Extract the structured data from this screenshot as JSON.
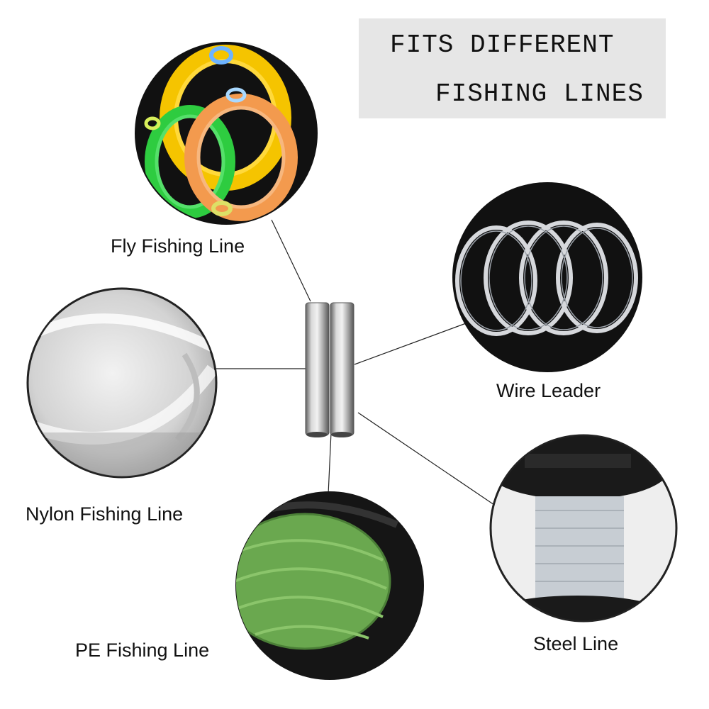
{
  "title": {
    "line1": "FITS DIFFERENT",
    "line2": "FISHING LINES"
  },
  "labels": {
    "fly": "Fly Fishing Line",
    "wire": "Wire Leader",
    "nylon": "Nylon Fishing Line",
    "pe": "PE Fishing Line",
    "steel": "Steel Line"
  },
  "colors": {
    "background": "#ffffff",
    "title_box": "#e6e6e6",
    "fly_yellow": "#f5c400",
    "fly_green": "#2ecc40",
    "fly_orange": "#f39a4e",
    "pe_green": "#6aa84f",
    "steel_gray": "#c7cdd3",
    "tube_metal": "#9a9a9a"
  }
}
